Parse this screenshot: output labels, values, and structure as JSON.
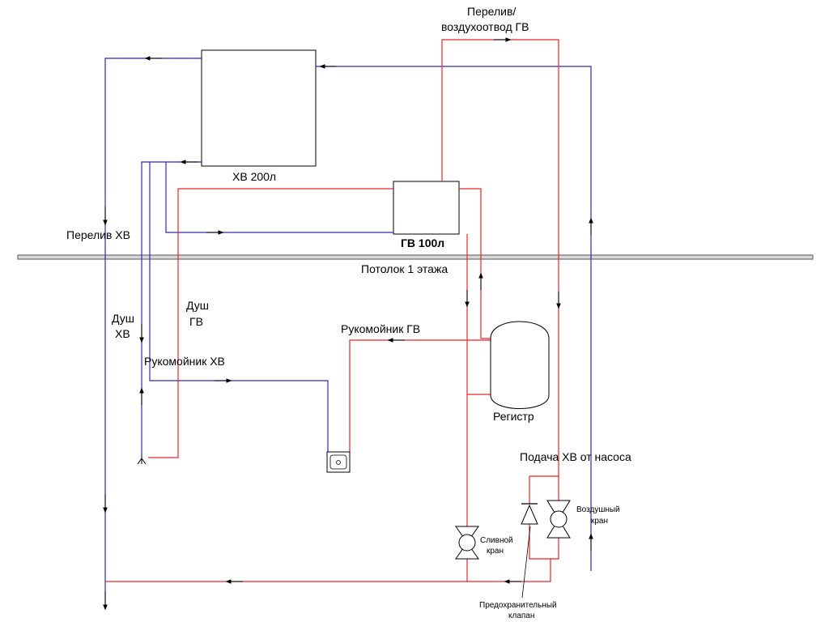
{
  "labels": {
    "overflow_hot_line1": "Перелив/",
    "overflow_hot_line2": "воздухоотвод ГВ",
    "tank_cold": "ХВ 200л",
    "tank_hot": "ГВ 100л",
    "overflow_cold": "Перелив ХВ",
    "ceiling": "Потолок 1 этажа",
    "shower_cold_line1": "Душ",
    "shower_cold_line2": "ХВ",
    "shower_hot_line1": "Душ",
    "shower_hot_line2": "ГВ",
    "sink_hot": "Рукомойник ГВ",
    "sink_cold": "Рукомойник ХВ",
    "register": "Регистр",
    "pump_supply": "Подача ХВ от насоса",
    "drain_valve_line1": "Сливной",
    "drain_valve_line2": "кран",
    "air_valve_line1": "Воздушный",
    "air_valve_line2": "кран",
    "safety_valve_line1": "Предохранительный",
    "safety_valve_line2": "клапан"
  },
  "colors": {
    "hot_pipe": "#e8262b",
    "cold_pipe": "#2b2bb8",
    "outline": "#000000"
  }
}
